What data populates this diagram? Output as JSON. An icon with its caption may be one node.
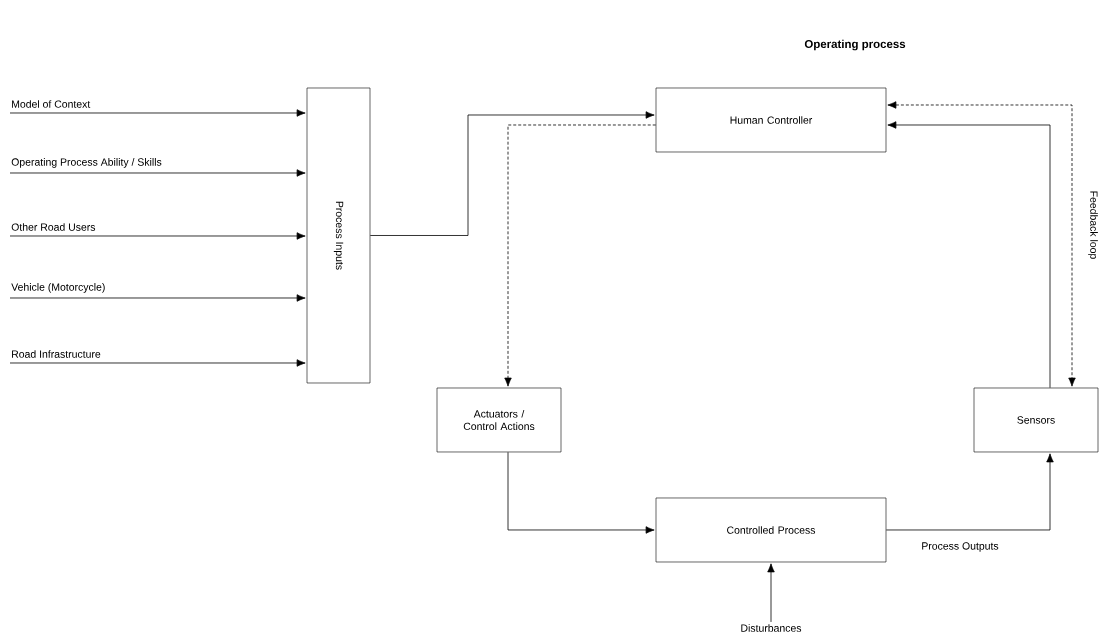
{
  "diagram": {
    "title": "Operating process",
    "nodes": [
      {
        "text": [
          "Process Inputs"
        ]
      },
      {
        "text": [
          "Human Controller"
        ]
      },
      {
        "text": [
          "Actuators / Control Actions"
        ]
      },
      {
        "text": [
          "Controlled Process"
        ]
      },
      {
        "text": [
          "Sensors"
        ]
      },
      {
        "text": [
          "Model of Context"
        ]
      },
      {
        "text": [
          "Operating Process Ability / Skills"
        ]
      },
      {
        "text": [
          "Other Road Users"
        ]
      },
      {
        "text": [
          "Vehicle (Motorcycle)"
        ]
      },
      {
        "text": [
          "Road Infrastructure"
        ]
      },
      {
        "text": [
          "Disturbances"
        ]
      }
    ],
    "edges": [
      {
        "from": 5,
        "to": 0,
        "arrow": "to"
      },
      {
        "from": 6,
        "to": 0,
        "arrow": "to"
      },
      {
        "from": 7,
        "to": 0,
        "arrow": "to"
      },
      {
        "from": 8,
        "to": 0,
        "arrow": "to"
      },
      {
        "from": 9,
        "to": 0,
        "arrow": "to"
      },
      {
        "from": 0,
        "to": 1,
        "arrow": "to"
      },
      {
        "from": 1,
        "to": 2,
        "arrow": "to",
        "style": "dashed"
      },
      {
        "from": 2,
        "to": 3,
        "arrow": "to"
      },
      {
        "from": 3,
        "to": 4,
        "arrow": "to",
        "label": "Process Outputs"
      },
      {
        "from": 4,
        "to": 1,
        "arrow": "to"
      },
      {
        "from": 1,
        "to": 4,
        "arrow": "both",
        "style": "dashed",
        "label": "Feedback loop"
      },
      {
        "from": 10,
        "to": 3,
        "arrow": "to"
      }
    ]
  }
}
